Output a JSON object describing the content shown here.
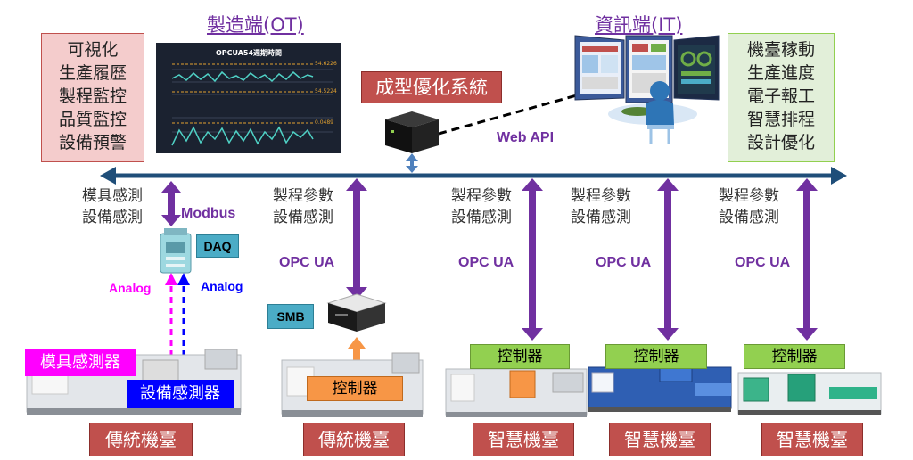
{
  "ot_title": "製造端(OT)",
  "it_title": "資訊端(IT)",
  "left_functions": [
    "可視化",
    "生產履歷",
    "製程監控",
    "品質監控",
    "設備預警"
  ],
  "right_functions": [
    "機臺稼動",
    "生產進度",
    "電子報工",
    "智慧排程",
    "設計優化"
  ],
  "chart": {
    "title": "OPCUA54週期時間",
    "top_label_1": "54.6226",
    "top_label_2": "54.5224",
    "bottom_label": "0.0489"
  },
  "center_system": "成型優化系統",
  "web_api": "Web API",
  "col1": {
    "sensing": [
      "模具感測",
      "設備感測"
    ],
    "protocol": "Modbus",
    "daq": "DAQ",
    "analog_left": "Analog",
    "analog_right": "Analog",
    "mold_sensor": "模具感測器",
    "equip_sensor": "設備感測器",
    "machine": "傳統機臺"
  },
  "col2": {
    "sensing": [
      "製程參數",
      "設備感測"
    ],
    "protocol": "OPC UA",
    "smb": "SMB",
    "controller": "控制器",
    "machine": "傳統機臺"
  },
  "col3": {
    "sensing": [
      "製程參數",
      "設備感測"
    ],
    "protocol": "OPC UA",
    "controller": "控制器",
    "machine": "智慧機臺"
  },
  "col4": {
    "sensing": [
      "製程參數",
      "設備感測"
    ],
    "protocol": "OPC UA",
    "controller": "控制器",
    "machine": "智慧機臺"
  },
  "col5": {
    "sensing": [
      "製程參數",
      "設備感測"
    ],
    "protocol": "OPC UA",
    "controller": "控制器",
    "machine": "智慧機臺"
  },
  "colors": {
    "bus": "#1f4e79",
    "arrow_purple": "#7030a0",
    "red_box": "#c0504d",
    "green_box": "#92d050",
    "orange_box": "#f79646",
    "cyan_box": "#4bacc6",
    "magenta": "#ff00ff",
    "blue": "#0000ff"
  }
}
